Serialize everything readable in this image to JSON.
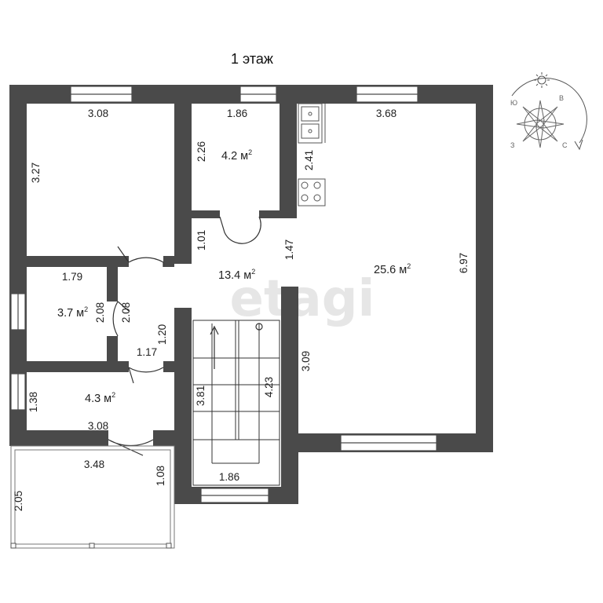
{
  "title": "1 этаж",
  "watermark": "etagi",
  "colors": {
    "wall": "#4a4a4a",
    "line": "#333333",
    "fill": "#ffffff"
  },
  "areas": {
    "living": "25.6 м",
    "hall": "13.4 м",
    "kitchen_nook": "4.2 м",
    "bath": "3.7 м",
    "wc": "4.3 м",
    "unit_suffix": "2"
  },
  "dims": {
    "room1_width": "3.08",
    "room1_height": "3.27",
    "kitchen_nook_width": "1.86",
    "kitchen_nook_height": "2.26",
    "living_width": "3.68",
    "kitchen_counter": "2.41",
    "living_height": "6.97",
    "bath_width": "1.79",
    "bath_height": "2.08",
    "corridor_height": "2.08",
    "corridor_width": "1.17",
    "corridor_door": "1.20",
    "hall_upper": "1.01",
    "hall_opening": "1.47",
    "wc_height": "1.38",
    "wc_width": "3.08",
    "stair_length": "3.81",
    "stair_hall": "4.23",
    "living_lower": "3.09",
    "porch_width": "3.48",
    "porch_door": "1.08",
    "porch_depth": "2.05",
    "stair_width": "1.86"
  },
  "compass": {
    "icon": "compass-rose-icon",
    "sun_icon": "sun-icon",
    "letters": [
      "В",
      "Ю",
      "З",
      "С"
    ]
  }
}
